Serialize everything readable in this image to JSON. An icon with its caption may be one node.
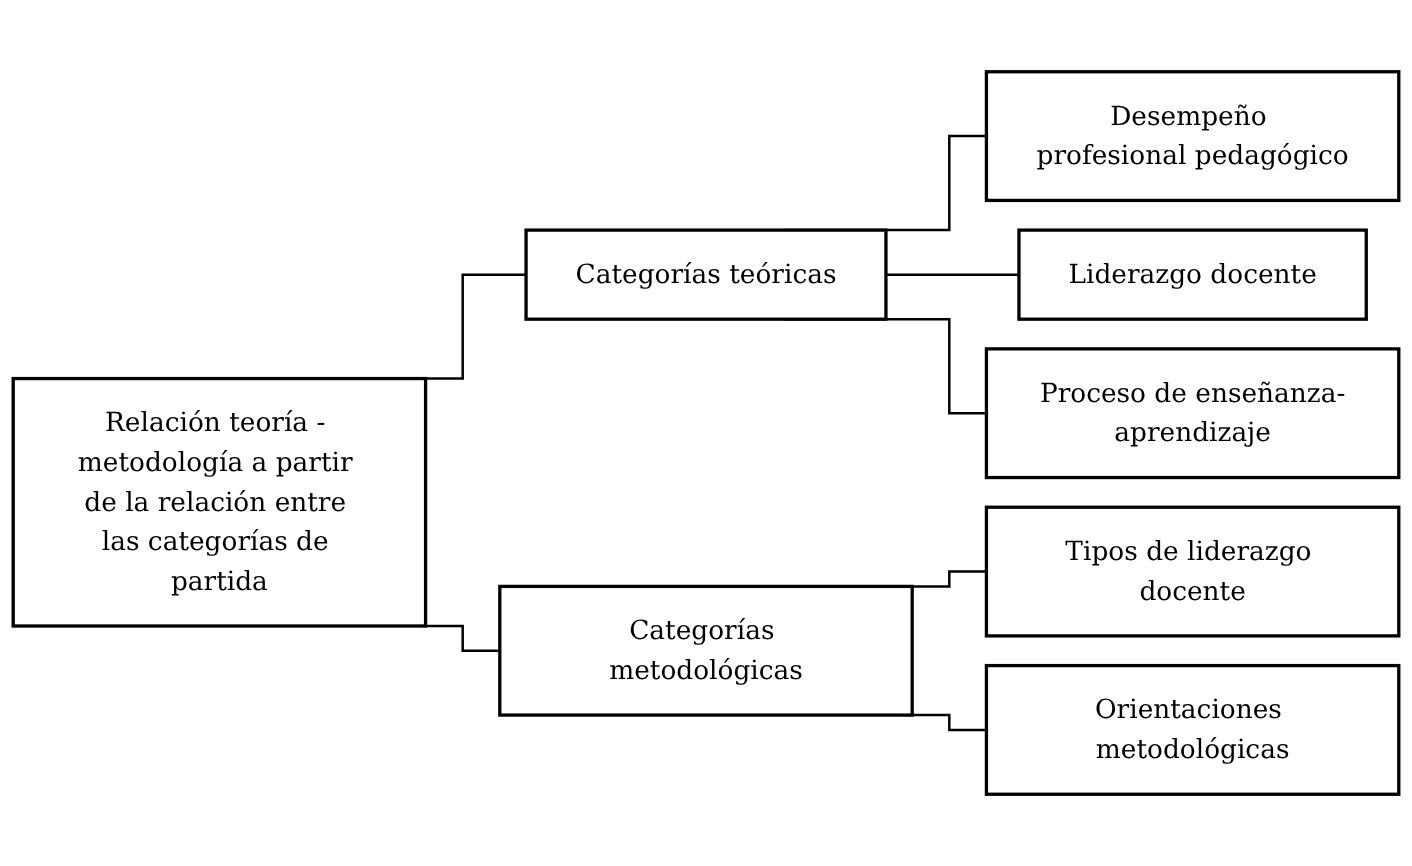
{
  "diagram": {
    "nodes": [
      {
        "text": [
          "Relación teoría - metodología a partir de la relación entre las categorías de partida"
        ]
      },
      {
        "text": [
          "Categorías teóricas"
        ]
      },
      {
        "text": [
          "Desempeño profesional pedagógico"
        ]
      },
      {
        "text": [
          "Liderazgo docente"
        ]
      },
      {
        "text": [
          "Proceso de enseñanza-aprendizaje"
        ]
      },
      {
        "text": [
          "Categorías metodológicas"
        ]
      },
      {
        "text": [
          "Tipos de liderazgo docente"
        ]
      },
      {
        "text": [
          "Orientaciones metodológicas"
        ]
      }
    ],
    "edges": [
      {
        "from": 0,
        "to": 1,
        "arrow": "none"
      },
      {
        "from": 0,
        "to": 5,
        "arrow": "none"
      },
      {
        "from": 1,
        "to": 2,
        "arrow": "none"
      },
      {
        "from": 1,
        "to": 3,
        "arrow": "none"
      },
      {
        "from": 1,
        "to": 4,
        "arrow": "none"
      },
      {
        "from": 5,
        "to": 6,
        "arrow": "none"
      },
      {
        "from": 5,
        "to": 7,
        "arrow": "none"
      }
    ]
  }
}
